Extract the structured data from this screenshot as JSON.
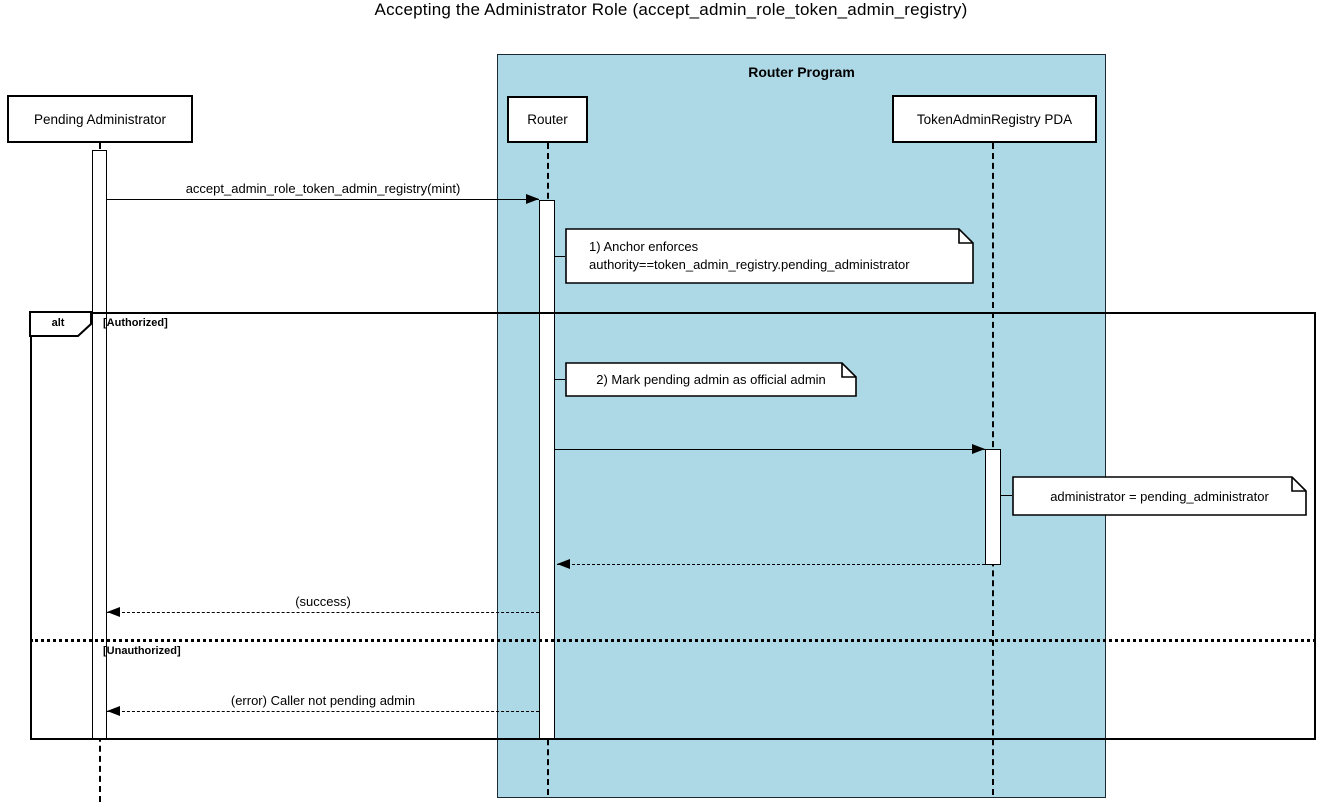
{
  "title": "Accepting the Administrator Role (accept_admin_role_token_admin_registry)",
  "container": {
    "label": "Router Program",
    "fill_color": "#add8e6"
  },
  "participants": [
    {
      "label": "Pending Administrator"
    },
    {
      "label": "Router"
    },
    {
      "label": "TokenAdminRegistry PDA"
    }
  ],
  "messages": [
    {
      "from": "Pending Administrator",
      "to": "Router",
      "label": "accept_admin_role_token_admin_registry(mint)",
      "style": "solid"
    },
    {
      "from": "Router",
      "to": "TokenAdminRegistry PDA",
      "label": "",
      "style": "solid"
    },
    {
      "from": "TokenAdminRegistry PDA",
      "to": "Router",
      "label": "",
      "style": "dashed"
    },
    {
      "from": "Router",
      "to": "Pending Administrator",
      "label": "(success)",
      "style": "dashed"
    },
    {
      "from": "Router",
      "to": "Pending Administrator",
      "label": "(error) Caller not pending admin",
      "style": "dashed"
    }
  ],
  "notes": [
    {
      "lines": {
        "0": "1) Anchor enforces",
        "1": "authority==token_admin_registry.pending_administrator"
      },
      "attached_to": "Router"
    },
    {
      "text": "2) Mark pending admin as official admin",
      "attached_to": "Router"
    },
    {
      "text": "administrator = pending_administrator",
      "attached_to": "TokenAdminRegistry PDA"
    }
  ],
  "fragment": {
    "operator": "alt",
    "guards": {
      "0": "[Authorized]",
      "1": "[Unauthorized]"
    }
  }
}
